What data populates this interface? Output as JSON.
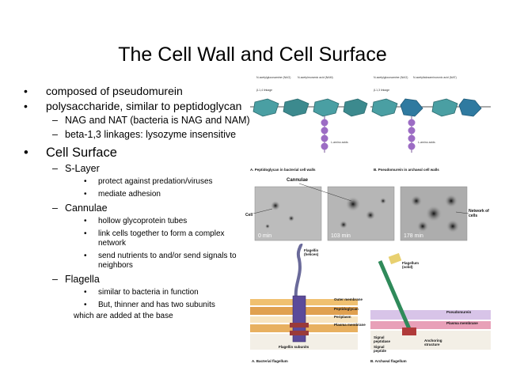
{
  "slide": {
    "title": "The Cell Wall and Cell Surface",
    "bullets": {
      "b1": "composed of pseudomurein",
      "b2": "polysaccharide, similar to peptidoglycan",
      "b2_1": "NAG and NAT (bacteria is NAG and NAM)",
      "b2_2": "beta-1,3 linkages: lysozyme insensitive",
      "b3": "Cell Surface",
      "slayer": "S-Layer",
      "slayer_1": "protect against predation/viruses",
      "slayer_2": "mediate adhesion",
      "cannulae": "Cannulae",
      "cannulae_1": "hollow glycoprotein tubes",
      "cannulae_2": "link cells together to form a complex network",
      "cannulae_3": "send nutrients to and/or send signals to neighbors",
      "flagella": "Flagella",
      "flagella_1": "similar to bacteria in function",
      "flagella_2": "But, thinner and has two subunits",
      "flagella_2_cont": "which are added at the base"
    }
  },
  "figures": {
    "wall": {
      "label_nag": "N-acetylglucosamine (NAG)",
      "label_nam": "N-acetylmuramic acid (NAM)",
      "label_nag2": "N-acetylglucosamine (NAG)",
      "label_nat": "N-acetyltalosaminuronic acid (NAT)",
      "link_a": "β-1,4 linkage",
      "link_b": "β-1,3 linkage",
      "amino_a": "L-amino acids",
      "amino_b": "L-amino acids",
      "caption_a": "A. Peptidoglycan in bacterial cell walls",
      "caption_b": "B. Pseudomurein in archaeal cell walls"
    },
    "cannulae": {
      "label": "Cannulae",
      "cell_label": "Cell",
      "network_label": "Network of cells",
      "time_1": "0 min",
      "time_2": "103 min",
      "time_3": "178 min"
    },
    "flagellum": {
      "bact_flagellin": "Flagellin (helices)",
      "bact_outer": "Outer membrane",
      "bact_peptido": "Peptidoglycan",
      "bact_periplasm": "Periplasm",
      "bact_plasma": "Plasma membrane",
      "bact_subunits": "Flagellin subunits",
      "arch_flagellum": "Flagellum (solid)",
      "arch_pseudo": "Pseudomurein",
      "arch_plasma": "Plasma membrane",
      "arch_signal": "Signal peptidase",
      "arch_anchor": "Anchoring structure",
      "arch_signal2": "Signal peptide",
      "caption_a": "A. Bacterial flagellum",
      "caption_b": "B. Archaeal flagellum"
    }
  }
}
